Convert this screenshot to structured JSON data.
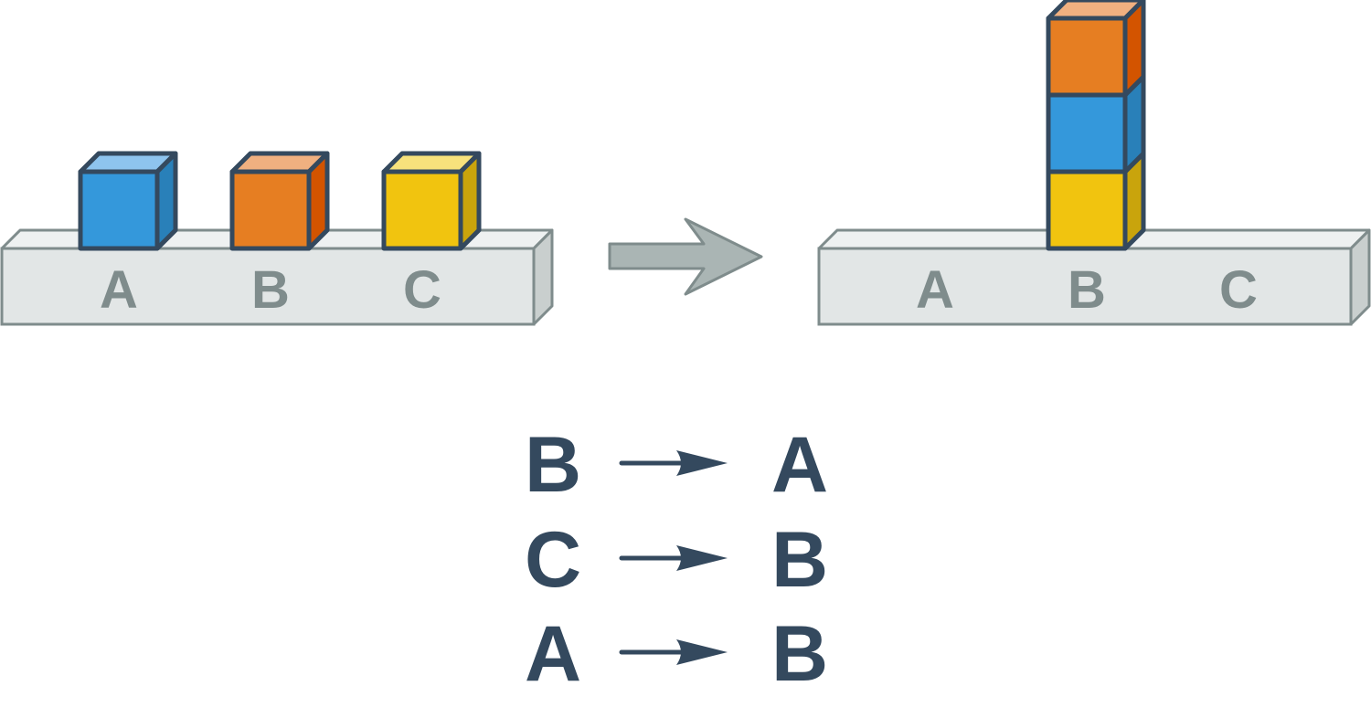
{
  "colors": {
    "outline": "#34495e",
    "shelf_front": "#e2e6e6",
    "shelf_top": "#eef1f1",
    "shelf_side": "#c9cfce",
    "shelf_stroke": "#7f8c8c",
    "shelf_letter": "#7f8c8c",
    "arrow_fill": "#aab5b4",
    "arrow_stroke": "#7f8c8c",
    "move_text": "#34495e"
  },
  "blocks": {
    "blue": {
      "front": "#3498db",
      "top": "#8ec4ee",
      "side": "#2980b9"
    },
    "orange": {
      "front": "#e67e22",
      "top": "#f0b080",
      "side": "#d35400"
    },
    "yellow": {
      "front": "#f1c40f",
      "top": "#f7e27c",
      "side": "#c9a40c"
    }
  },
  "initial_state": {
    "positions": [
      "A",
      "B",
      "C"
    ],
    "stacks": {
      "A": [
        "blue"
      ],
      "B": [
        "orange"
      ],
      "C": [
        "yellow"
      ]
    }
  },
  "goal_state": {
    "positions": [
      "A",
      "B",
      "C"
    ],
    "stacks": {
      "A": [],
      "B": [
        "yellow",
        "blue",
        "orange"
      ],
      "C": []
    }
  },
  "moves": [
    {
      "from": "B",
      "to": "A"
    },
    {
      "from": "C",
      "to": "B"
    },
    {
      "from": "A",
      "to": "B"
    }
  ]
}
